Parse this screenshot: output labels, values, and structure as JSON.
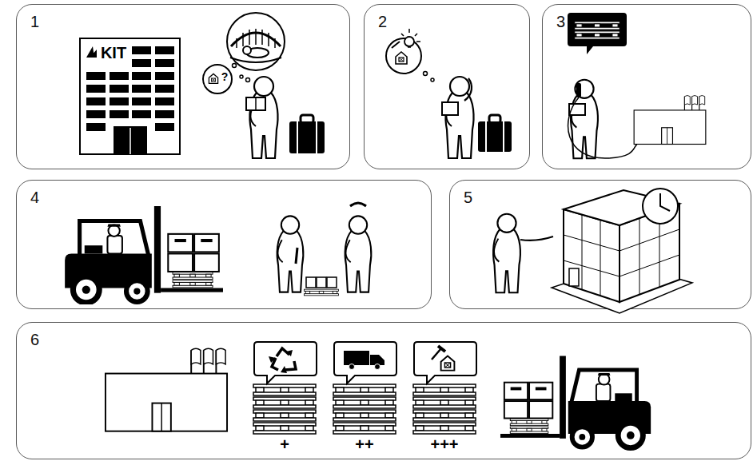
{
  "diagram": {
    "nodes": [
      {
        "text": [
          "1"
        ]
      },
      {
        "text": [
          "2"
        ]
      },
      {
        "text": [
          "3"
        ]
      },
      {
        "text": [
          "4"
        ]
      },
      {
        "text": [
          "5"
        ]
      },
      {
        "text": [
          "6"
        ]
      }
    ],
    "labels": [
      "KIT",
      "?",
      "+",
      "++",
      "+++"
    ]
  }
}
